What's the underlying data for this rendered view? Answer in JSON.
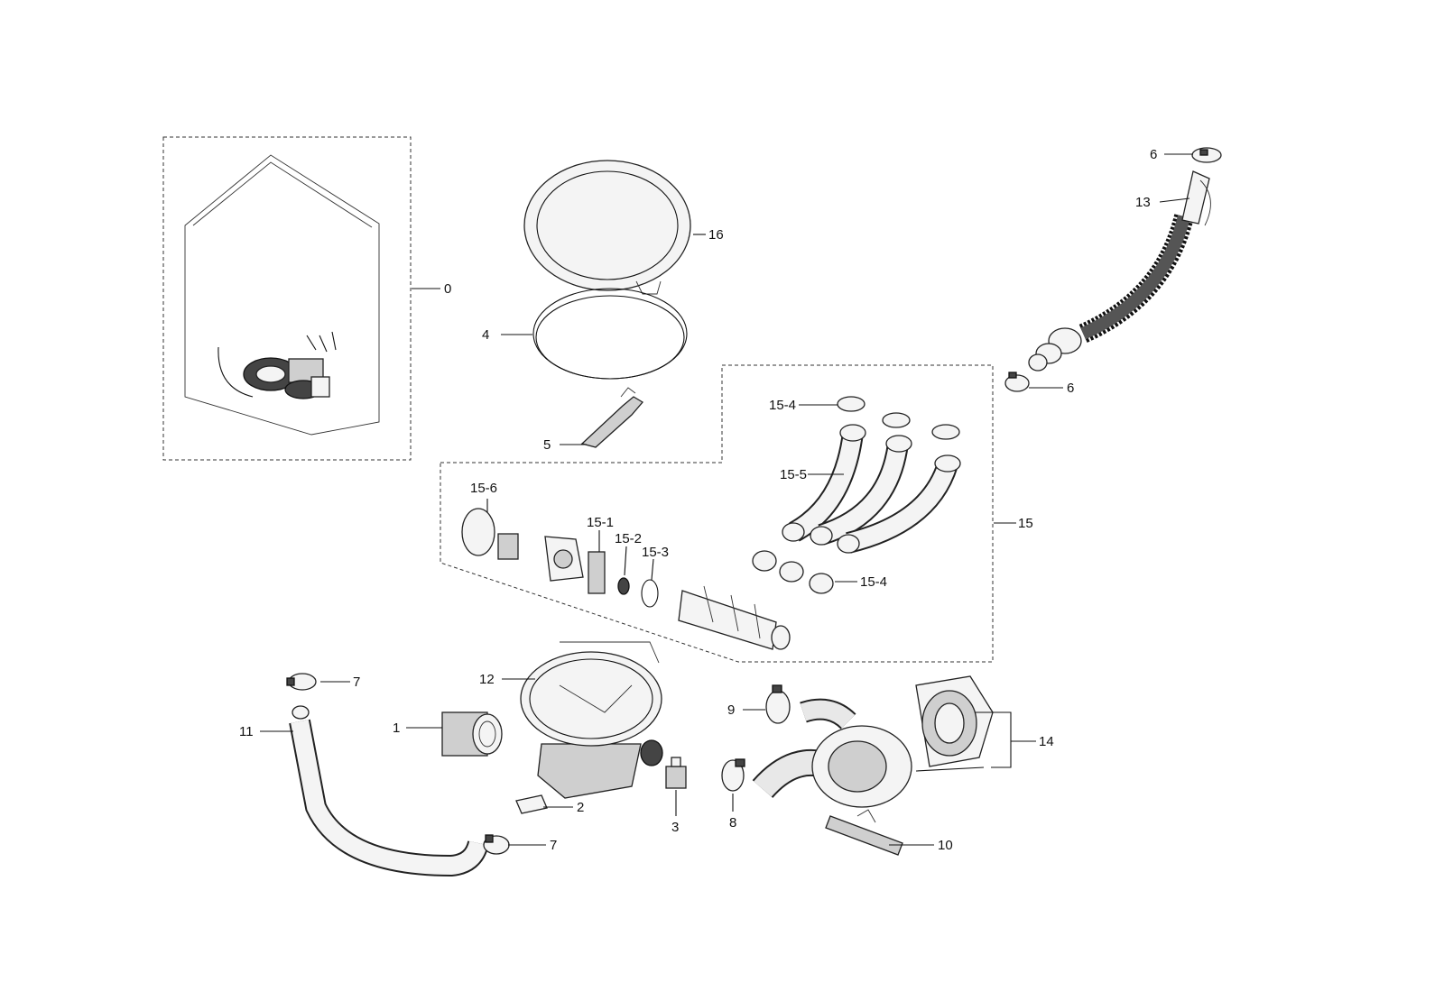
{
  "labels": {
    "c0": "0",
    "c1": "1",
    "c2": "2",
    "c3": "3",
    "c4": "4",
    "c5": "5",
    "c6a": "6",
    "c6b": "6",
    "c7a": "7",
    "c7b": "7",
    "c8": "8",
    "c9": "9",
    "c10": "10",
    "c11": "11",
    "c12": "12",
    "c13": "13",
    "c14": "14",
    "c15": "15",
    "c16": "16",
    "c15_1": "15-1",
    "c15_2": "15-2",
    "c15_3": "15-3",
    "c15_4a": "15-4",
    "c15_4b": "15-4",
    "c15_5": "15-5",
    "c15_6": "15-6"
  }
}
